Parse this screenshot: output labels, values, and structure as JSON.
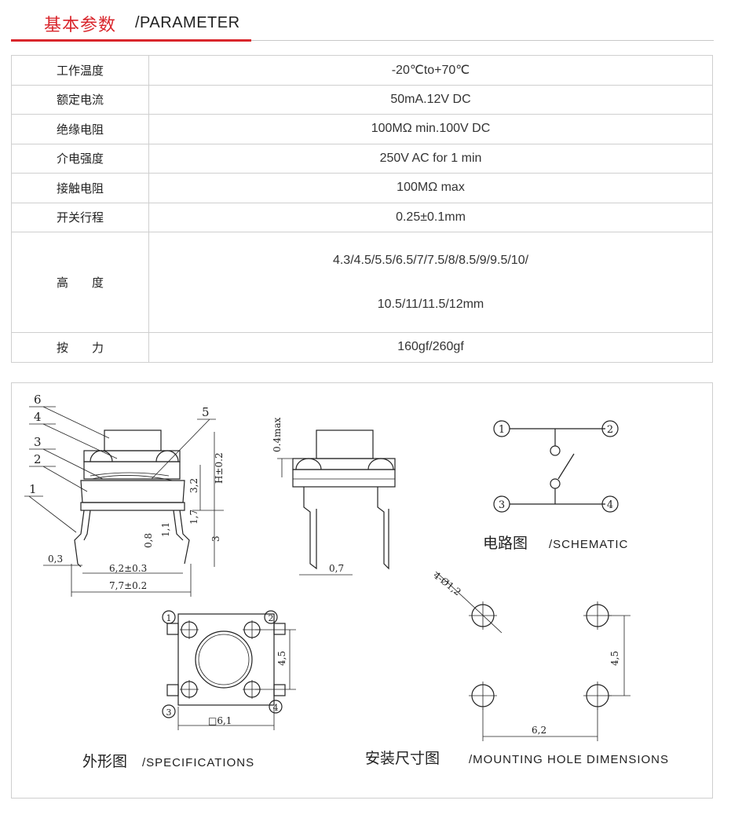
{
  "header": {
    "title": "基本参数",
    "subtitle": "/PARAMETER",
    "accent_color": "#d9262c"
  },
  "parameters": [
    {
      "label": "工作温度",
      "value": "-20℃to+70℃"
    },
    {
      "label": "额定电流",
      "value": "50mA.12V DC"
    },
    {
      "label": "绝缘电阻",
      "value": "100MΩ min.100V DC"
    },
    {
      "label": "介电强度",
      "value": "250V AC for 1 min"
    },
    {
      "label": "接触电阻",
      "value": "100MΩ  max"
    },
    {
      "label": "开关行程",
      "value": "0.25±0.1mm"
    },
    {
      "label": "高　　度",
      "value_line1": "4.3/4.5/5.5/6.5/7/7.5/8/8.5/9/9.5/10/",
      "value_line2": "10.5/11/11.5/12mm"
    },
    {
      "label": "按　　力",
      "value": "160gf/260gf"
    }
  ],
  "drawing": {
    "side_view": {
      "part_numbers": [
        "1",
        "2",
        "3",
        "4",
        "5",
        "6"
      ],
      "dims": {
        "d03": "0,3",
        "d62": "6,2±0.3",
        "d77": "7,7±0.2",
        "h": "H±0.2",
        "d32": "3,2",
        "d17": "1,7",
        "d3": "3",
        "d11": "1,1",
        "d08": "0,8"
      }
    },
    "front_view": {
      "d04": "0.4max",
      "d07": "0,7"
    },
    "schematic": {
      "pins": [
        "1",
        "2",
        "3",
        "4"
      ],
      "caption_cn": "电路图",
      "caption_en": "/SCHEMATIC"
    },
    "specifications": {
      "pins": [
        "1",
        "2",
        "3",
        "4"
      ],
      "d45": "4,5",
      "d61": "□6,1",
      "caption_cn": "外形图",
      "caption_en": "/SPECIFICATIONS"
    },
    "mounting": {
      "hole_label": "4-Ø1,2",
      "d45": "4,5",
      "d62": "6,2",
      "caption_cn": "安装尺寸图",
      "caption_en": "/MOUNTING HOLE DIMENSIONS"
    }
  }
}
